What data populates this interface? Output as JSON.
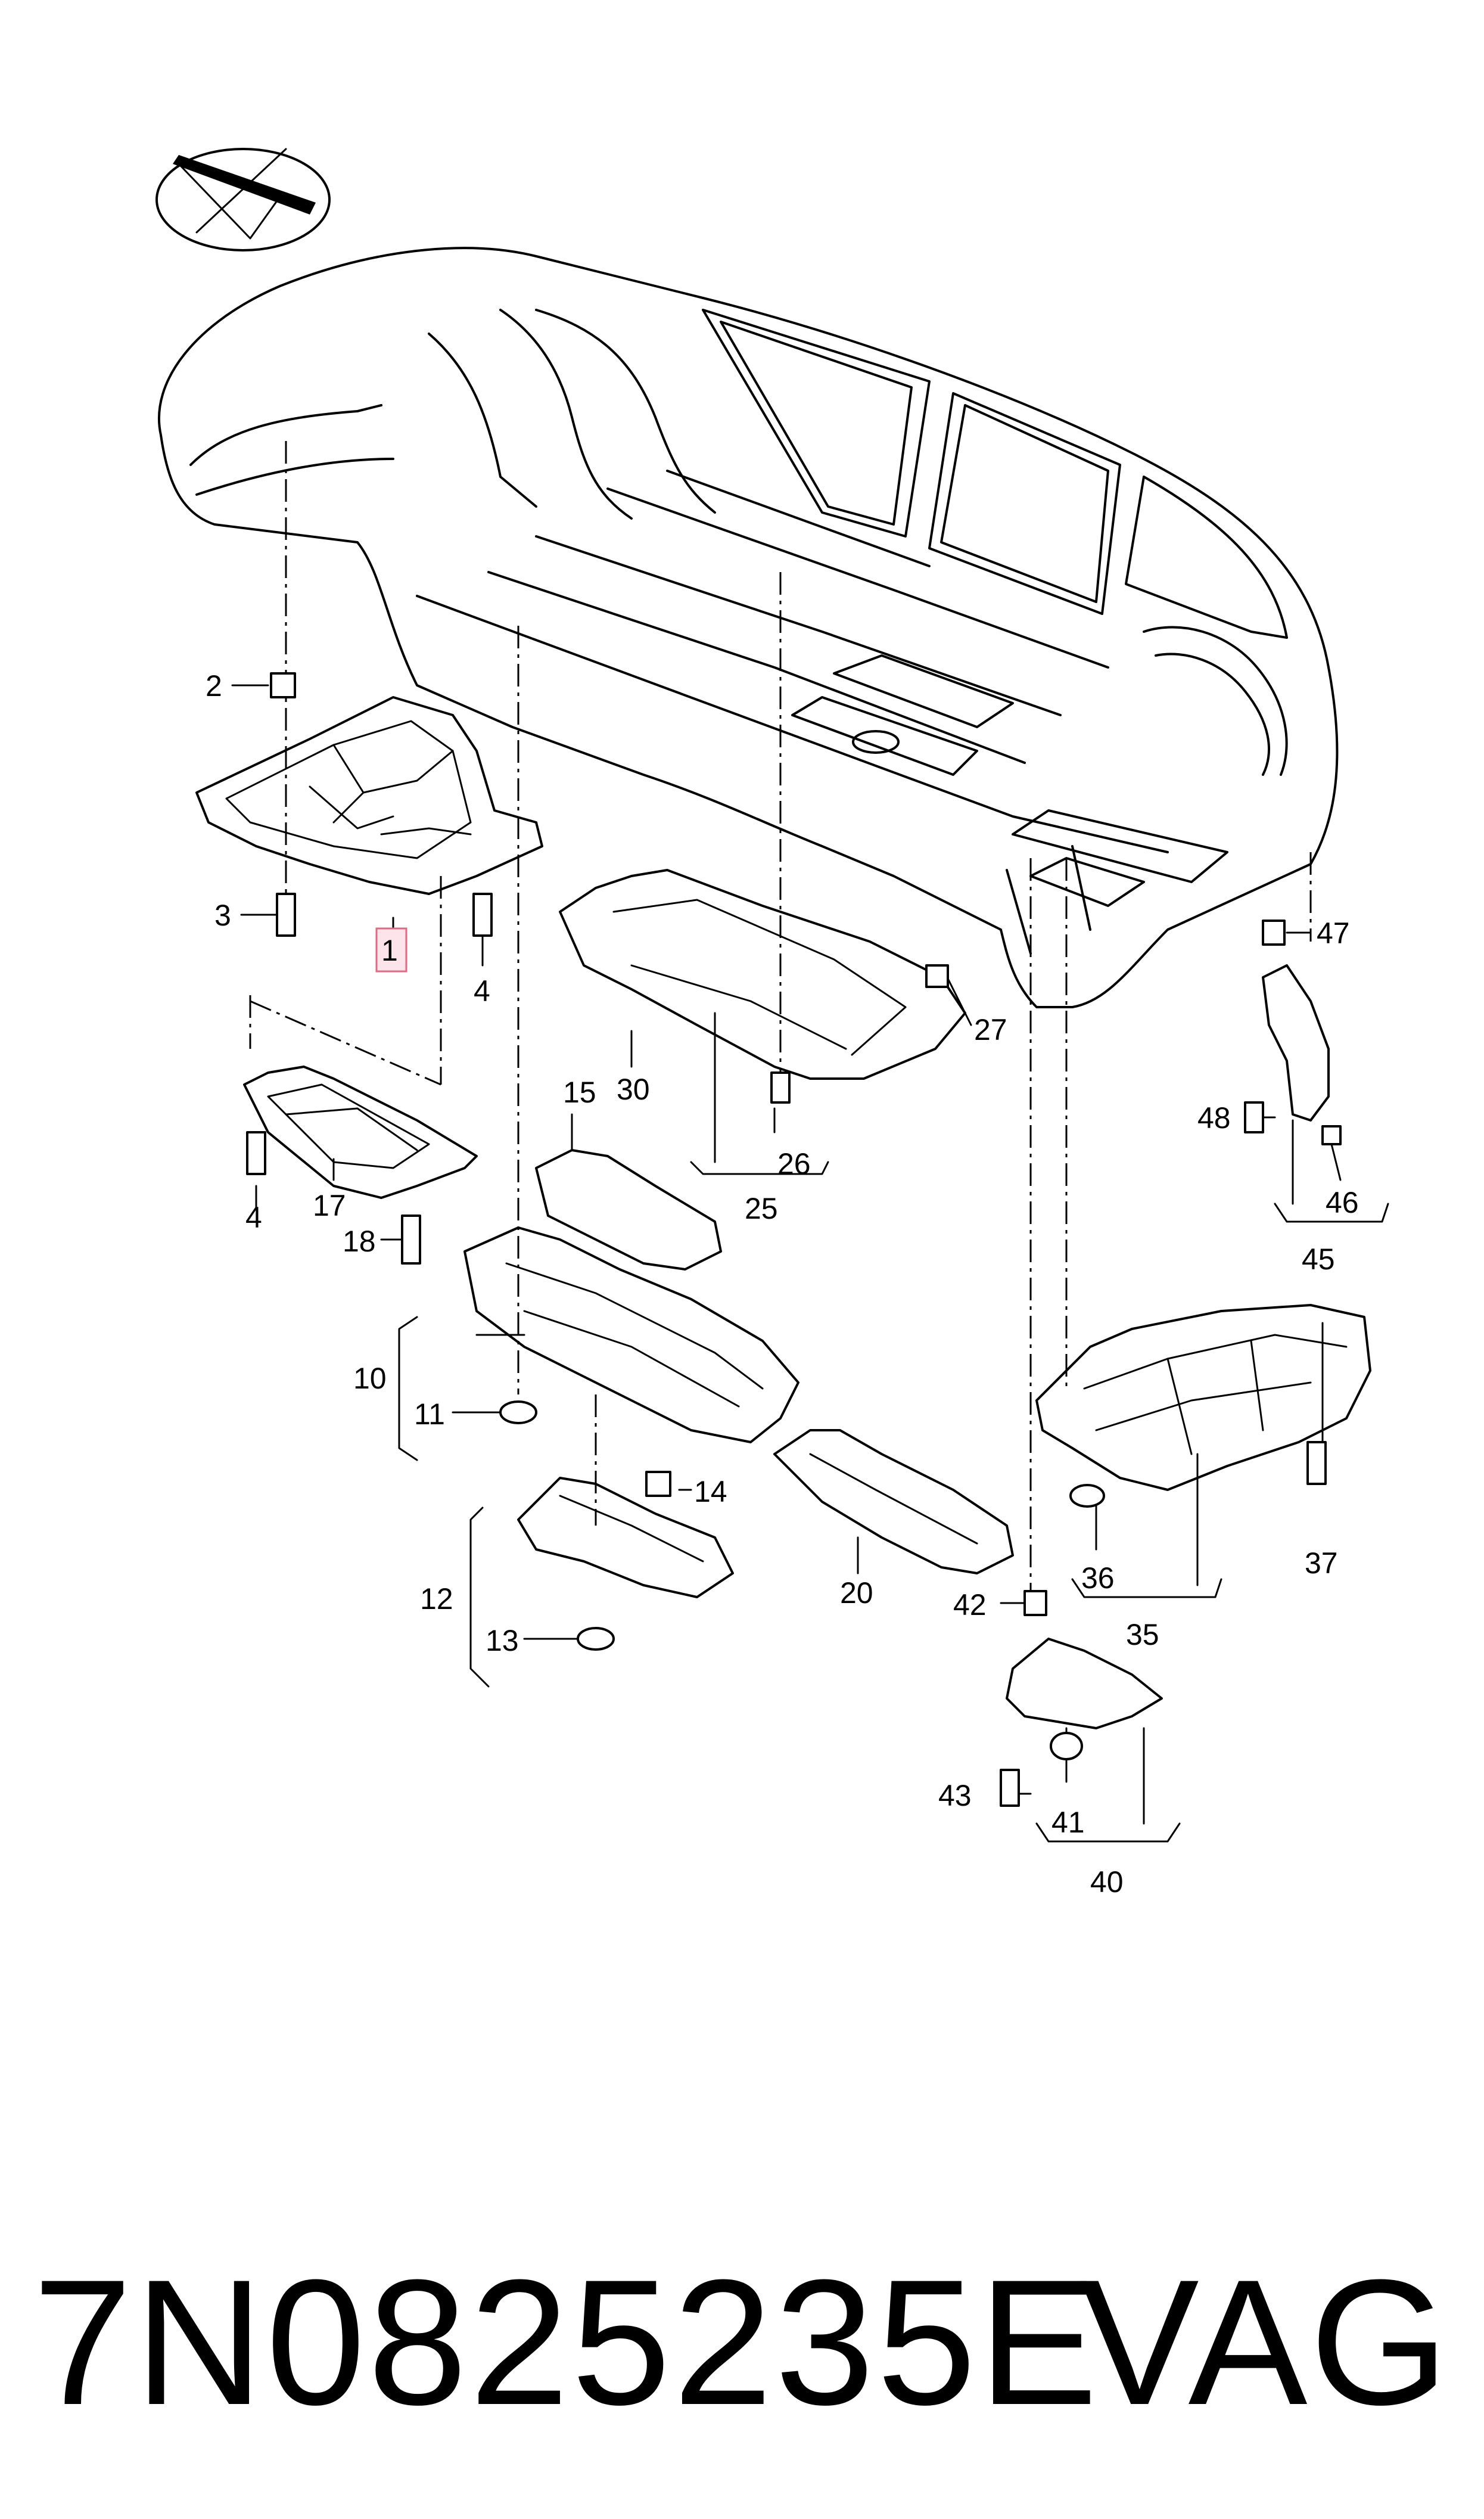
{
  "diagram": {
    "part_number_label": "7N0825235E",
    "brand_label": "VAG",
    "highlighted_callout": "1",
    "callouts": [
      {
        "id": "c1",
        "label": "1"
      },
      {
        "id": "c2",
        "label": "2"
      },
      {
        "id": "c3",
        "label": "3"
      },
      {
        "id": "c4a",
        "label": "4"
      },
      {
        "id": "c4b",
        "label": "4"
      },
      {
        "id": "c10",
        "label": "10"
      },
      {
        "id": "c11",
        "label": "11"
      },
      {
        "id": "c12",
        "label": "12"
      },
      {
        "id": "c13",
        "label": "13"
      },
      {
        "id": "c14",
        "label": "14"
      },
      {
        "id": "c15",
        "label": "15"
      },
      {
        "id": "c17",
        "label": "17"
      },
      {
        "id": "c18",
        "label": "18"
      },
      {
        "id": "c20",
        "label": "20"
      },
      {
        "id": "c25",
        "label": "25"
      },
      {
        "id": "c26",
        "label": "26"
      },
      {
        "id": "c27",
        "label": "27"
      },
      {
        "id": "c30",
        "label": "30"
      },
      {
        "id": "c35",
        "label": "35"
      },
      {
        "id": "c36",
        "label": "36"
      },
      {
        "id": "c37",
        "label": "37"
      },
      {
        "id": "c40",
        "label": "40"
      },
      {
        "id": "c41",
        "label": "41"
      },
      {
        "id": "c42",
        "label": "42"
      },
      {
        "id": "c43",
        "label": "43"
      },
      {
        "id": "c45",
        "label": "45"
      },
      {
        "id": "c46",
        "label": "46"
      },
      {
        "id": "c47",
        "label": "47"
      },
      {
        "id": "c48",
        "label": "48"
      }
    ],
    "colors": {
      "line": "#000000",
      "highlight_fill": "#fde3ea",
      "highlight_stroke": "#e06a86",
      "background": "#ffffff"
    },
    "icons": [
      "direction-compass-icon"
    ]
  }
}
